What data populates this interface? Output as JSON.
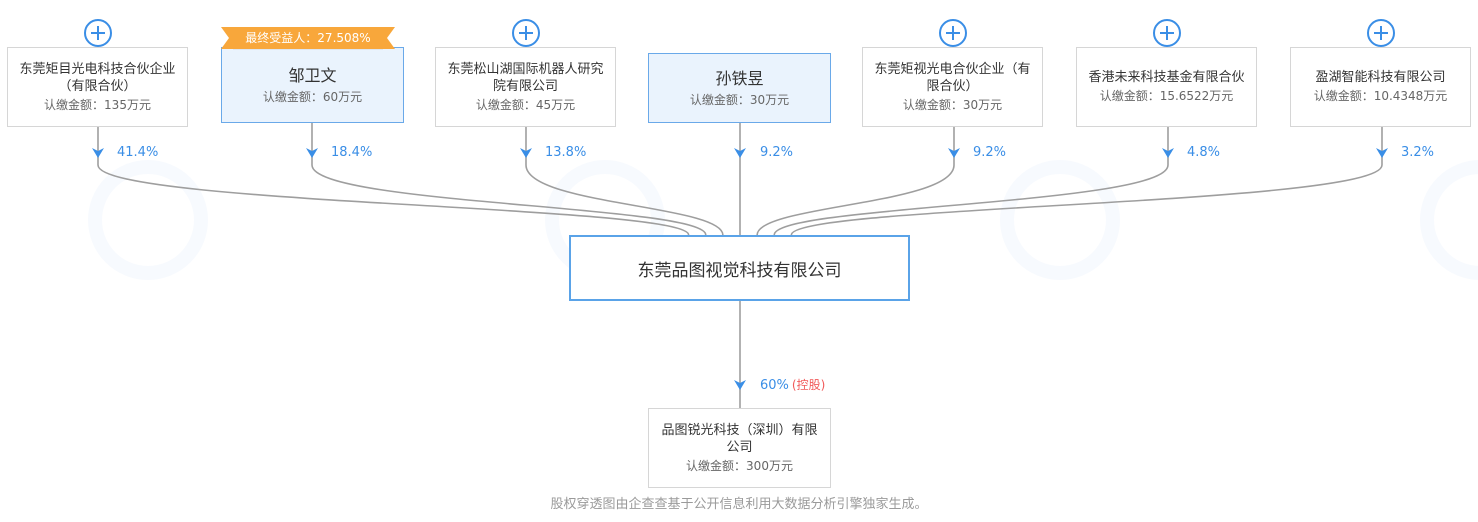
{
  "colors": {
    "accent": "#3a8ee6",
    "line": "#9e9e9e",
    "control": "#f15a5a",
    "badge": "#f8a73b"
  },
  "shareholders": [
    {
      "name": "东莞矩目光电科技合伙企业（有限合伙）",
      "amount": "认缴金额：135万元",
      "percent": "41.4%",
      "expandable": true,
      "person": false
    },
    {
      "name": "邹卫文",
      "amount": "认缴金额：60万元",
      "percent": "18.4%",
      "expandable": false,
      "person": true
    },
    {
      "name": "东莞松山湖国际机器人研究院有限公司",
      "amount": "认缴金额：45万元",
      "percent": "13.8%",
      "expandable": true,
      "person": false
    },
    {
      "name": "孙铁昱",
      "amount": "认缴金额：30万元",
      "percent": "9.2%",
      "expandable": false,
      "person": true
    },
    {
      "name": "东莞矩视光电合伙企业（有限合伙）",
      "amount": "认缴金额：30万元",
      "percent": "9.2%",
      "expandable": true,
      "person": false
    },
    {
      "name": "香港未来科技基金有限合伙",
      "amount": "认缴金额：15.6522万元",
      "percent": "4.8%",
      "expandable": true,
      "person": false
    },
    {
      "name": "盈湖智能科技有限公司",
      "amount": "认缴金额：10.4348万元",
      "percent": "3.2%",
      "expandable": true,
      "person": false
    }
  ],
  "beneficiary_badge": "最终受益人：27.508%",
  "center_company": "东莞品图视觉科技有限公司",
  "subsidiary": {
    "name": "品图锐光科技（深圳）有限公司",
    "amount": "认缴金额：300万元",
    "percent": "60%",
    "control_tag": "(控股)"
  },
  "footer": "股权穿透图由企查查基于公开信息利用大数据分析引擎独家生成。"
}
